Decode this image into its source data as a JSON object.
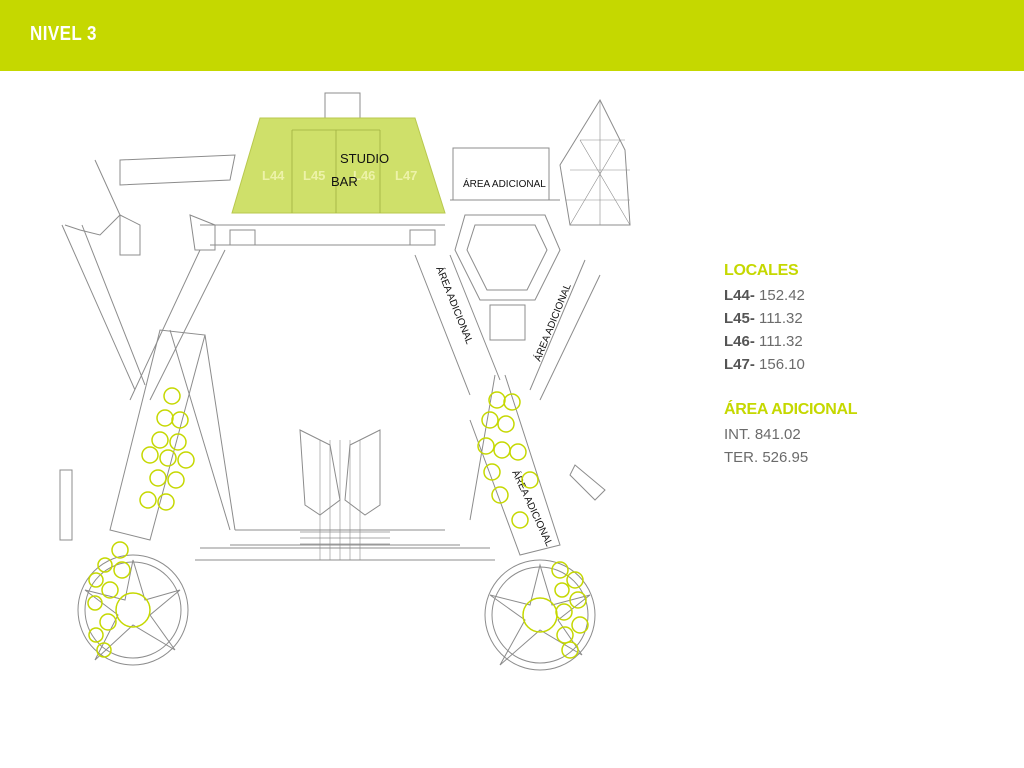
{
  "header": {
    "title": "NIVEL 3"
  },
  "colors": {
    "accent": "#c5d800",
    "highlight_area": "#cfe06a",
    "lines": "#8c8c8c",
    "text_grey": "#6b6b6b"
  },
  "map": {
    "units": [
      "L44",
      "L45",
      "L46",
      "L47"
    ],
    "studio_bar_label": [
      "STUDIO",
      "BAR"
    ],
    "area_labels": {
      "top": "ÁREA ADICIONAL",
      "diag_left": "ÁREA ADICIONAL",
      "diag_right": "ÁREA ADICIONAL",
      "diag_lower": "ÁREA ADICIONAL"
    }
  },
  "legend": {
    "locales_title": "LOCALES",
    "locales": [
      {
        "id": "L44-",
        "value": "152.42"
      },
      {
        "id": "L45-",
        "value": "111.32"
      },
      {
        "id": "L46-",
        "value": "111.32"
      },
      {
        "id": "L47-",
        "value": "156.10"
      }
    ],
    "area_title": "ÁREA ADICIONAL",
    "area_rows": [
      "INT. 841.02",
      "TER. 526.95"
    ]
  }
}
